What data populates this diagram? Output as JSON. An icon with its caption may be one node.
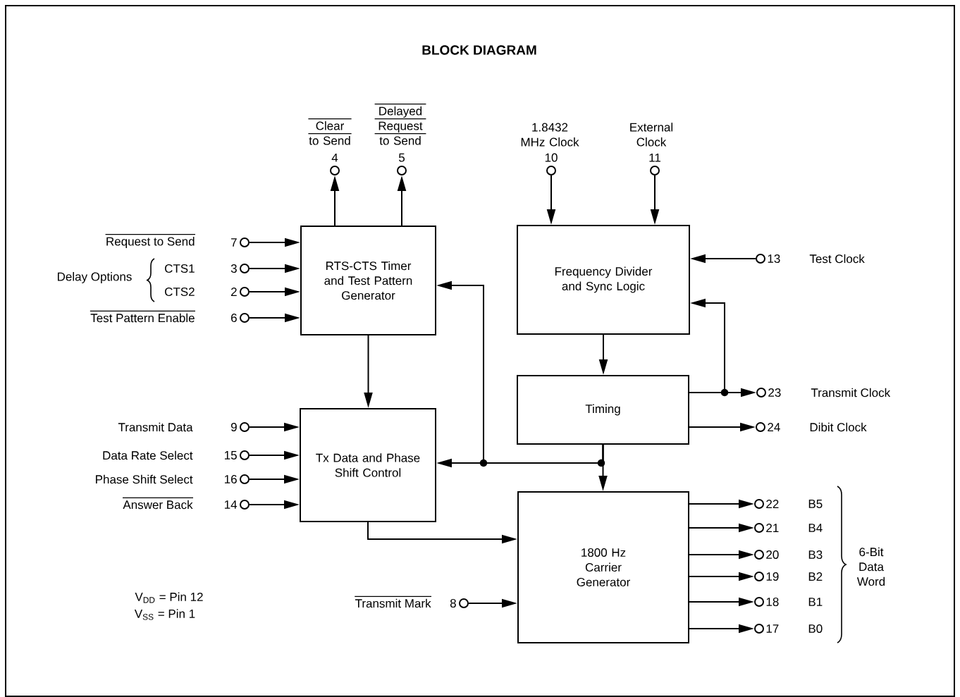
{
  "diagram": {
    "title": "BLOCK DIAGRAM",
    "nodes": [
      {
        "text": [
          "RTS-CTS Timer and Test Pattern Generator"
        ]
      },
      {
        "text": [
          "Frequency Divider and Sync Logic"
        ]
      },
      {
        "text": [
          "Tx Data and Phase Shift Control"
        ]
      },
      {
        "text": [
          "Timing"
        ]
      },
      {
        "text": [
          "1800 Hz Carrier Generator"
        ]
      },
      {
        "text": [
          "4"
        ],
        "beside": [
          "Clear to Send"
        ]
      },
      {
        "text": [
          "5"
        ],
        "beside": [
          "Delayed Request to Send"
        ]
      },
      {
        "text": [
          "10"
        ],
        "beside": [
          "1.8432 MHz Clock"
        ]
      },
      {
        "text": [
          "11"
        ],
        "beside": [
          "External Clock"
        ]
      },
      {
        "text": [
          "7"
        ],
        "beside": [
          "Request to Send"
        ]
      },
      {
        "text": [
          "3"
        ],
        "beside": [
          "CTS1"
        ]
      },
      {
        "text": [
          "2"
        ],
        "beside": [
          "CTS2"
        ]
      },
      {
        "text": [
          "6"
        ],
        "beside": [
          "Test Pattern Enable"
        ]
      },
      {
        "text": [
          "13"
        ],
        "beside": [
          "Test Clock"
        ]
      },
      {
        "text": [
          "9"
        ],
        "beside": [
          "Transmit Data"
        ]
      },
      {
        "text": [
          "15"
        ],
        "beside": [
          "Data Rate Select"
        ]
      },
      {
        "text": [
          "16"
        ],
        "beside": [
          "Phase Shift Select"
        ]
      },
      {
        "text": [
          "14"
        ],
        "beside": [
          "Answer Back"
        ]
      },
      {
        "text": [
          "23"
        ],
        "beside": [
          "Transmit Clock"
        ]
      },
      {
        "text": [
          "24"
        ],
        "beside": [
          "Dibit Clock"
        ]
      },
      {
        "text": [
          "22"
        ],
        "beside": [
          "B5"
        ]
      },
      {
        "text": [
          "21"
        ],
        "beside": [
          "B4"
        ]
      },
      {
        "text": [
          "20"
        ],
        "beside": [
          "B3"
        ]
      },
      {
        "text": [
          "19"
        ],
        "beside": [
          "B2"
        ]
      },
      {
        "text": [
          "18"
        ],
        "beside": [
          "B1"
        ]
      },
      {
        "text": [
          "17"
        ],
        "beside": [
          "B0"
        ]
      },
      {
        "text": [
          "8"
        ],
        "beside": [
          "Transmit Mark"
        ]
      }
    ],
    "edges": [
      {
        "from": 9,
        "to": 0,
        "arrow": "to"
      },
      {
        "from": 10,
        "to": 0,
        "arrow": "to"
      },
      {
        "from": 11,
        "to": 0,
        "arrow": "to"
      },
      {
        "from": 12,
        "to": 0,
        "arrow": "to"
      },
      {
        "from": 0,
        "to": 5,
        "arrow": "to"
      },
      {
        "from": 0,
        "to": 6,
        "arrow": "to"
      },
      {
        "from": 7,
        "to": 1,
        "arrow": "to"
      },
      {
        "from": 8,
        "to": 1,
        "arrow": "to"
      },
      {
        "from": 13,
        "to": 1,
        "arrow": "to"
      },
      {
        "from": 0,
        "to": 2,
        "arrow": "to"
      },
      {
        "from": 3,
        "to": 0,
        "arrow": "to"
      },
      {
        "from": 1,
        "to": 3,
        "arrow": "to"
      },
      {
        "from": 3,
        "to": 18,
        "arrow": "to"
      },
      {
        "from": 3,
        "to": 1,
        "arrow": "to"
      },
      {
        "from": 3,
        "to": 19,
        "arrow": "to"
      },
      {
        "from": 14,
        "to": 2,
        "arrow": "to"
      },
      {
        "from": 15,
        "to": 2,
        "arrow": "to"
      },
      {
        "from": 16,
        "to": 2,
        "arrow": "to"
      },
      {
        "from": 17,
        "to": 2,
        "arrow": "to"
      },
      {
        "from": 3,
        "to": 2,
        "arrow": "to"
      },
      {
        "from": 3,
        "to": 4,
        "arrow": "to"
      },
      {
        "from": 2,
        "to": 4,
        "arrow": "to"
      },
      {
        "from": 26,
        "to": 4,
        "arrow": "to"
      },
      {
        "from": 4,
        "to": 20,
        "arrow": "to"
      },
      {
        "from": 4,
        "to": 21,
        "arrow": "to"
      },
      {
        "from": 4,
        "to": 22,
        "arrow": "to"
      },
      {
        "from": 4,
        "to": 23,
        "arrow": "to"
      },
      {
        "from": 4,
        "to": 24,
        "arrow": "to"
      },
      {
        "from": 4,
        "to": 25,
        "arrow": "to"
      }
    ],
    "labels": [
      "Delay Options",
      "V$_{DD}$ = Pin 12",
      "V$_{SS}$ = Pin 1",
      "6-Bit Data Word"
    ]
  }
}
